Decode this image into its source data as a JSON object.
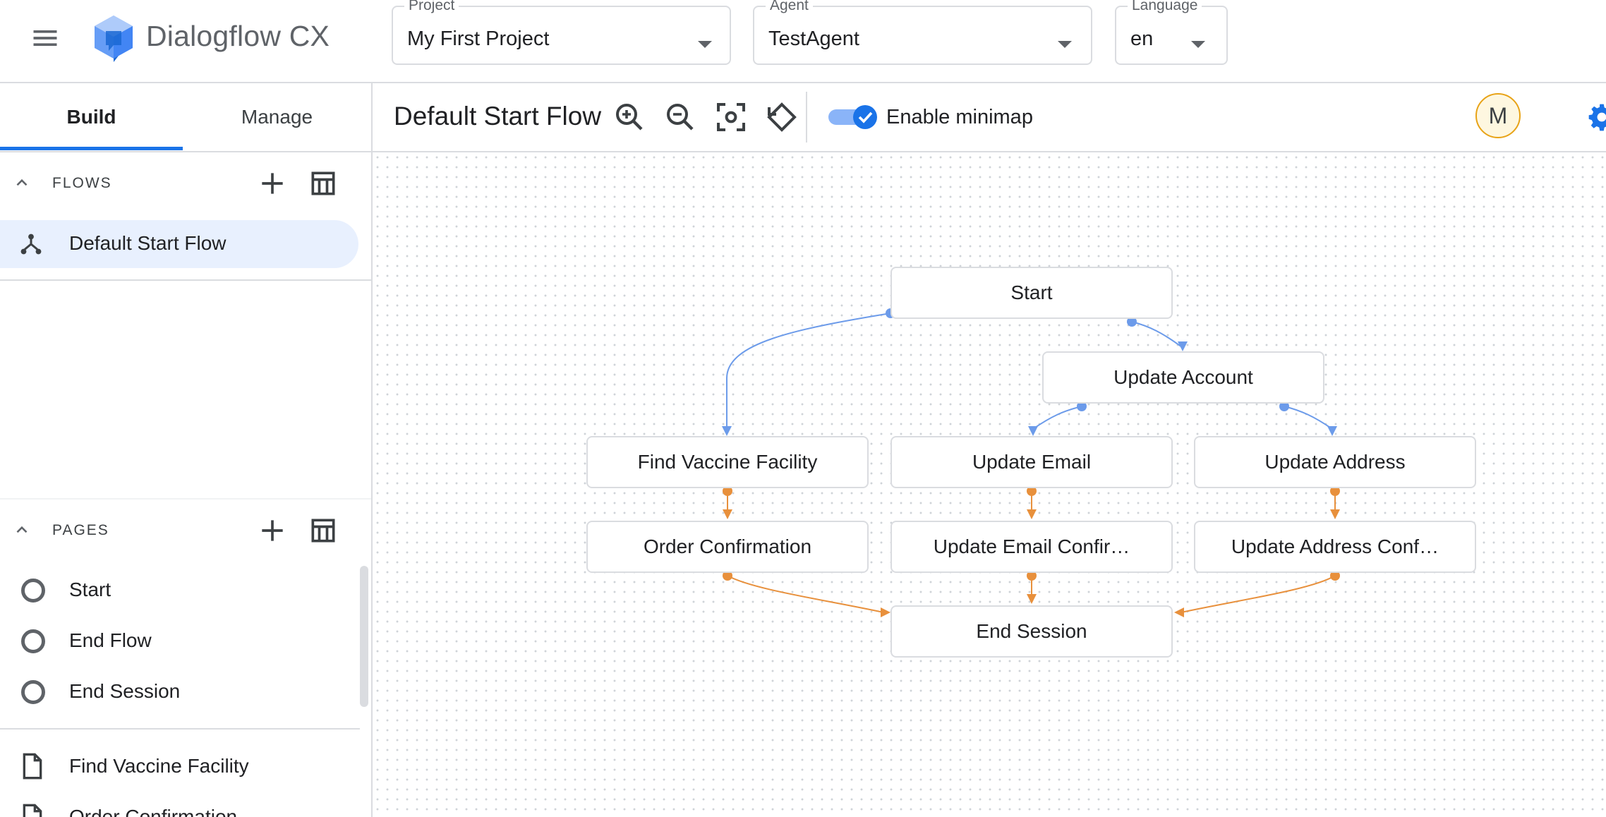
{
  "header": {
    "app_title": "Dialogflow CX",
    "project": {
      "label": "Project",
      "value": "My First Project"
    },
    "agent": {
      "label": "Agent",
      "value": "TestAgent"
    },
    "language": {
      "label": "Language",
      "value": "en"
    }
  },
  "tabs": {
    "build": "Build",
    "manage": "Manage"
  },
  "flows_section": {
    "title": "FLOWS",
    "items": [
      {
        "label": "Default Start Flow"
      }
    ]
  },
  "pages_section": {
    "title": "PAGES",
    "special_pages": [
      {
        "label": "Start"
      },
      {
        "label": "End Flow"
      },
      {
        "label": "End Session"
      }
    ],
    "pages": [
      {
        "label": "Find Vaccine Facility"
      },
      {
        "label": "Order Confirmation"
      }
    ]
  },
  "toolbar": {
    "flow_title": "Default Start Flow",
    "minimap_label": "Enable minimap",
    "minimap_enabled": true,
    "avatar_initial": "M"
  },
  "graph": {
    "nodes": {
      "start": "Start",
      "update_account": "Update Account",
      "find_vaccine_facility": "Find Vaccine Facility",
      "update_email": "Update Email",
      "update_address": "Update Address",
      "order_confirmation": "Order Confirmation",
      "update_email_confirmation": "Update Email Confir…",
      "update_address_confirmation": "Update Address Conf…",
      "end_session": "End Session"
    }
  },
  "colors": {
    "accent": "#1a73e8",
    "route_blue": "#6c9bea",
    "route_orange": "#e8903c",
    "selected_bg": "#e8f0fe"
  }
}
